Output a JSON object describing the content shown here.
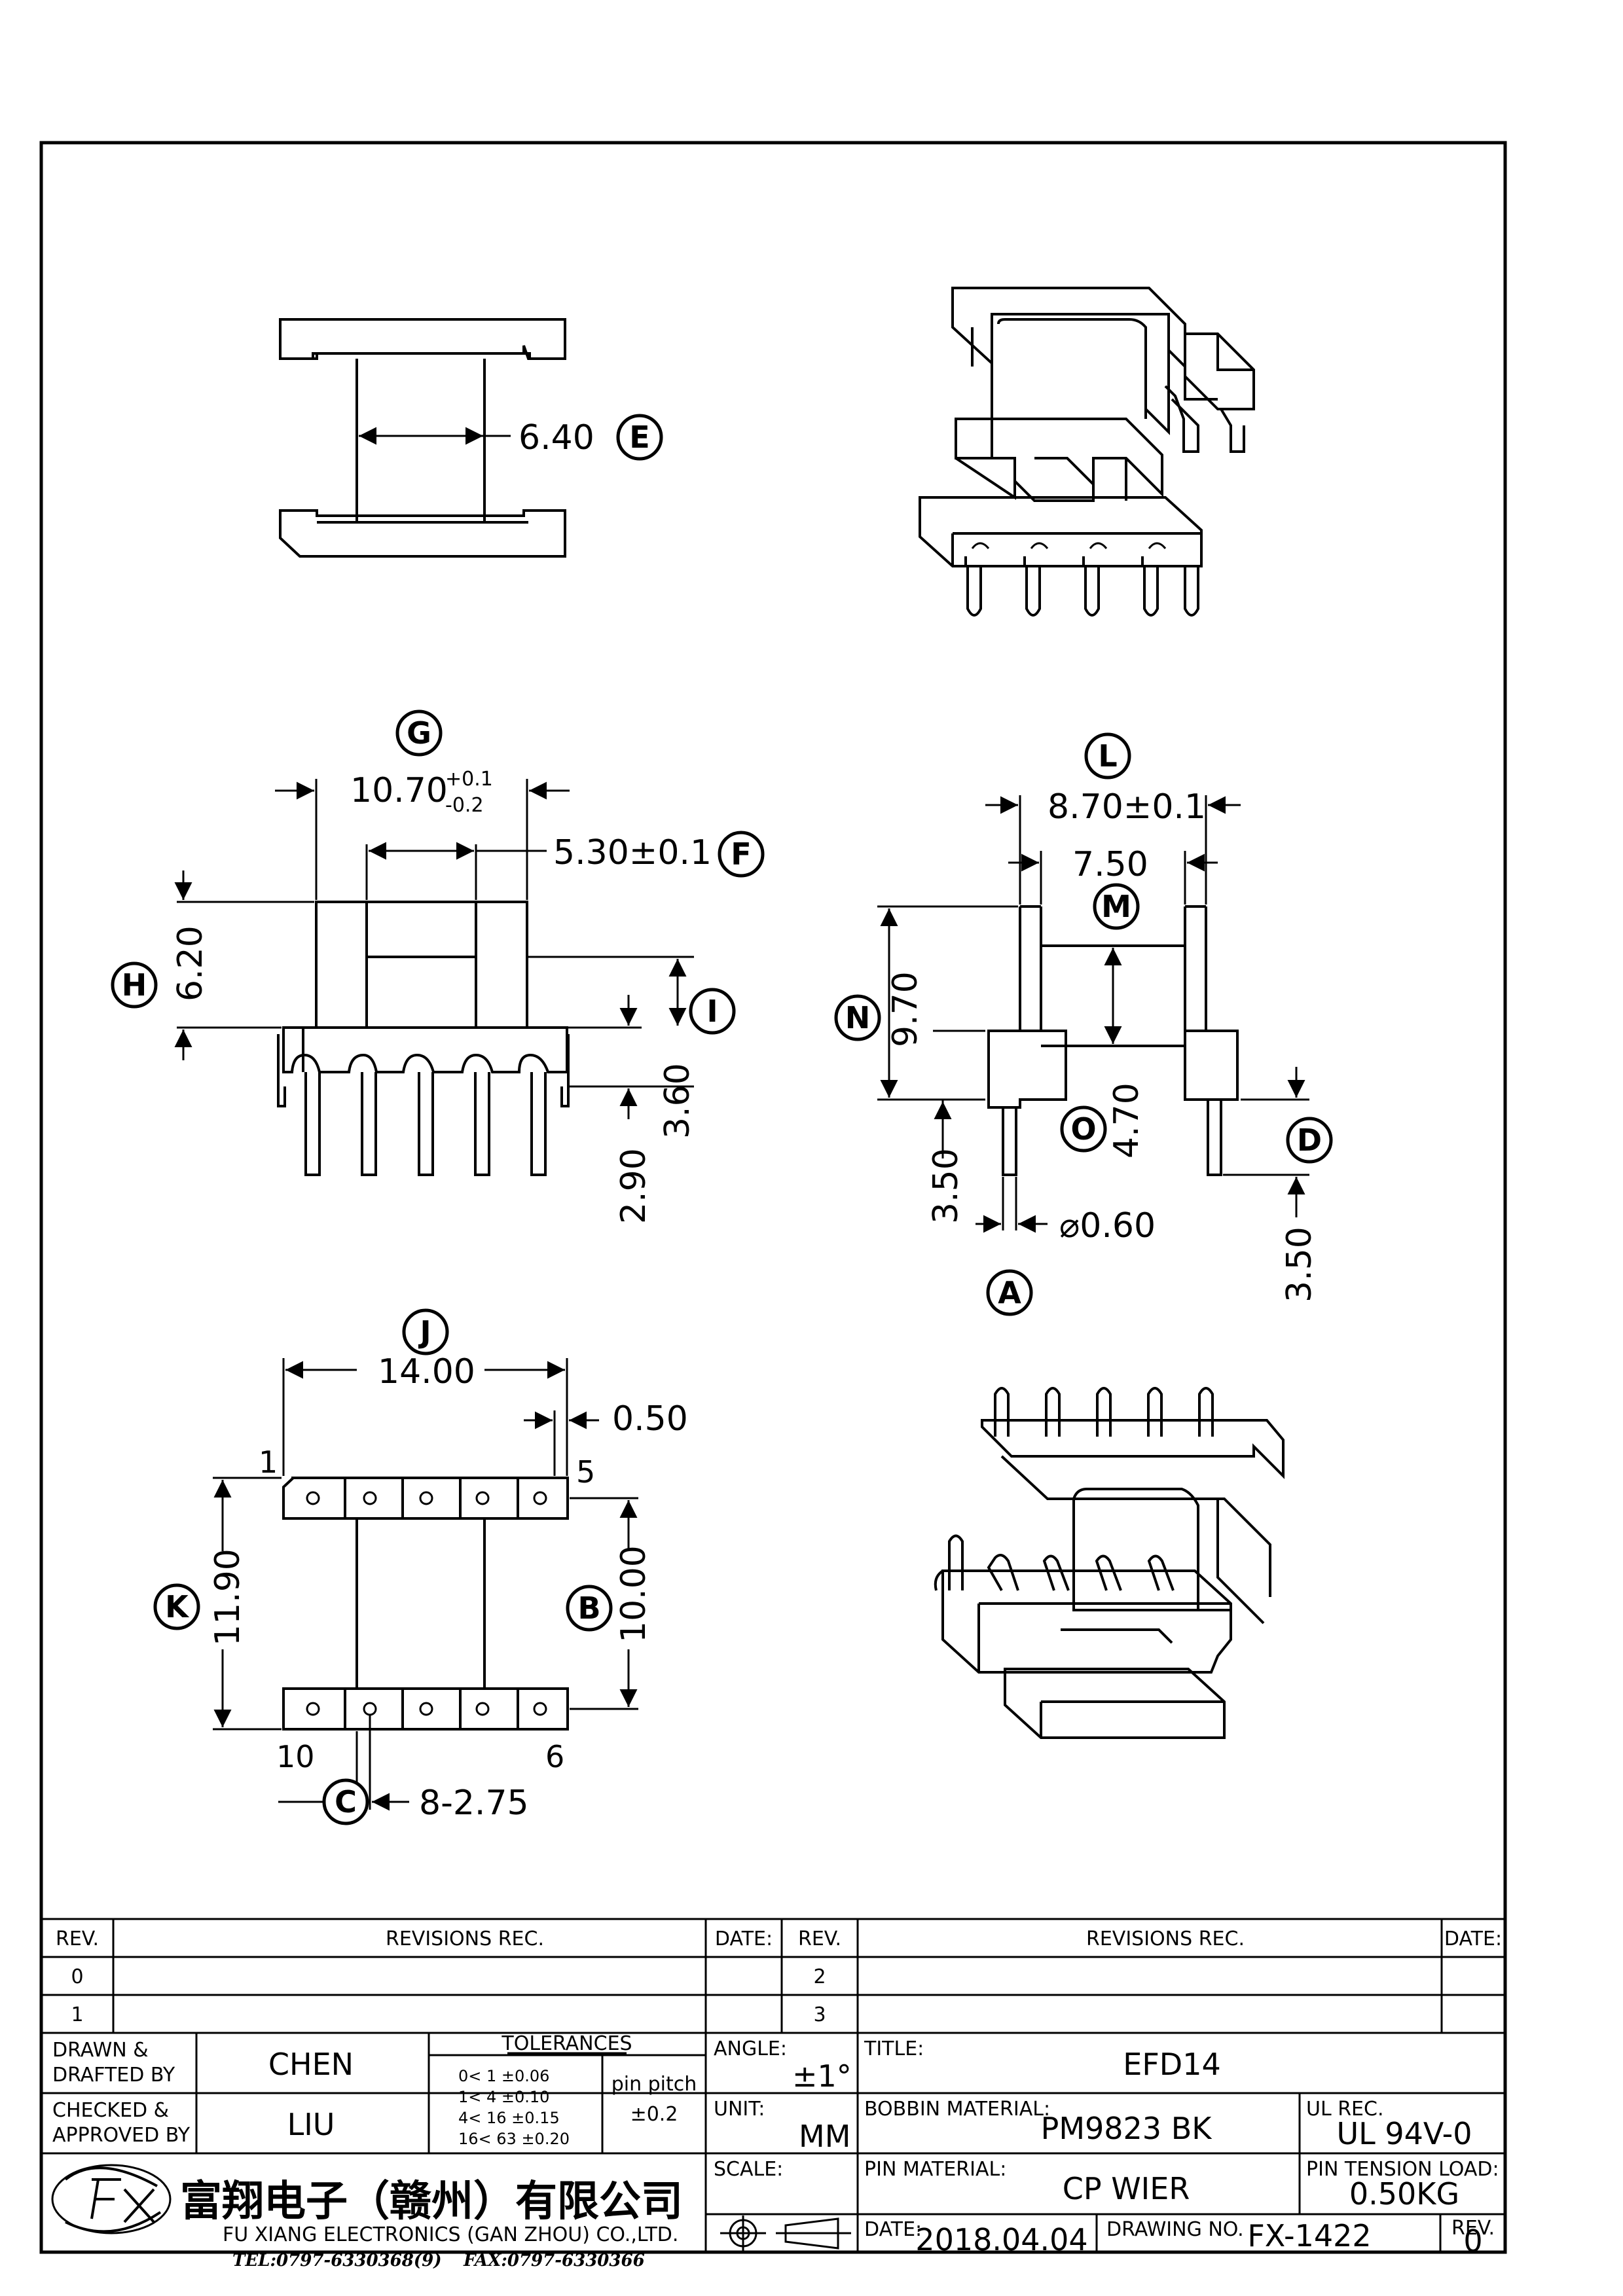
{
  "dimensions": {
    "E": "6.40",
    "G": "10.70",
    "G_tol_plus": "+0.1",
    "G_tol_minus": "-0.2",
    "F": "5.30±0.1",
    "H": "6.20",
    "I": "3.60",
    "pin_len_front": "2.90",
    "L": "8.70±0.1",
    "M": "7.50",
    "N": "9.70",
    "O": "4.70",
    "A_left": "3.50",
    "A_dia": "⌀0.60",
    "D": "3.50",
    "J": "14.00",
    "offset": "0.50",
    "K": "11.90",
    "B": "10.00",
    "C": "8-2.75"
  },
  "balloons": [
    "A",
    "B",
    "C",
    "D",
    "E",
    "F",
    "G",
    "H",
    "I",
    "J",
    "K",
    "L",
    "M",
    "N",
    "O"
  ],
  "pin_numbers": {
    "p1": "1",
    "p5": "5",
    "p6": "6",
    "p10": "10"
  },
  "title_block": {
    "rev_hdr": "REV.",
    "revisions_hdr": "REVISIONS   REC.",
    "date_hdr": "DATE:",
    "rev_rows_left": [
      "0",
      "1"
    ],
    "rev_rows_right": [
      "2",
      "3"
    ],
    "drawn_label_1": "DRAWN &",
    "drawn_label_2": "DRAFTED BY",
    "drawn_value": "CHEN",
    "checked_label_1": "CHECKED &",
    "checked_label_2": "APPROVED BY",
    "checked_value": "LIU",
    "tolerances_hdr": "TOLERANCES",
    "tol_rows": [
      "0<   1   ±0.06",
      "1<   4   ±0.10",
      "4<  16  ±0.15",
      "16<  63  ±0.20"
    ],
    "pin_pitch_label": "pin pitch",
    "pin_pitch_value": "±0.2",
    "angle_label": "ANGLE:",
    "angle_value": "±1°",
    "unit_label": "UNIT:",
    "unit_value": "MM",
    "scale_label": "SCALE:",
    "title_label": "TITLE:",
    "title_value": "EFD14",
    "bobbin_label": "BOBBIN MATERIAL:",
    "bobbin_value": "PM9823 BK",
    "ul_label": "UL REC.",
    "ul_value": "UL 94V-0",
    "pin_mat_label": "PIN MATERIAL:",
    "pin_mat_value": "CP WIER",
    "tension_label": "PIN TENSION LOAD:",
    "tension_value": "0.50KG",
    "date_label": "DATE:",
    "date_value": "2018.04.04",
    "drawing_no_label": "DRAWING NO.",
    "drawing_no_value": "FX-1422",
    "rev_label": "REV.",
    "rev_value": "0",
    "company_cn": "富翔电子（赣州）有限公司",
    "company_en": "FU XIANG ELECTRONICS (GAN ZHOU) CO.,LTD.",
    "tel": "TEL:0797-6330368(9)",
    "fax": "FAX:0797-6330366"
  }
}
